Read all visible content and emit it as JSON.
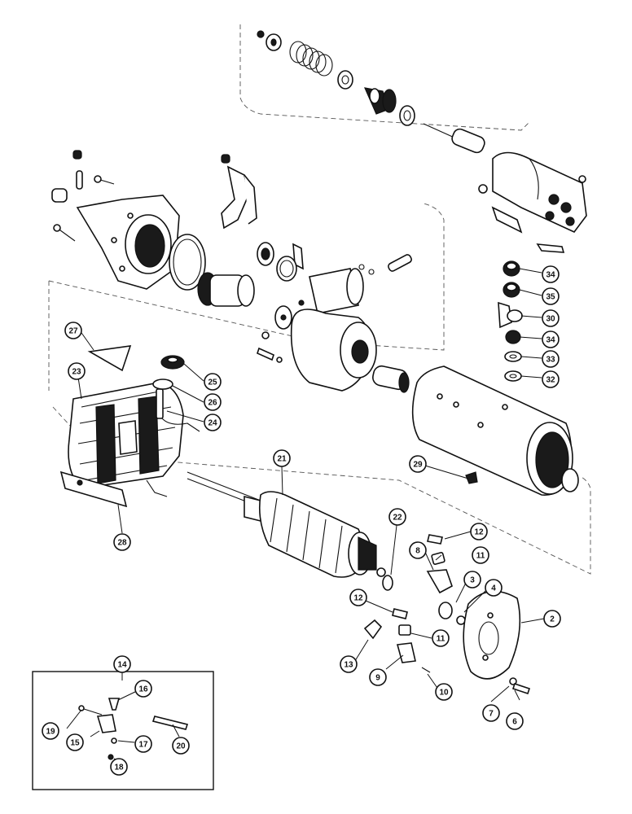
{
  "callouts": [
    {
      "id": "c2",
      "label": "2"
    },
    {
      "id": "c3",
      "label": "3"
    },
    {
      "id": "c4",
      "label": "4"
    },
    {
      "id": "c6",
      "label": "6"
    },
    {
      "id": "c7",
      "label": "7"
    },
    {
      "id": "c8",
      "label": "8"
    },
    {
      "id": "c9",
      "label": "9"
    },
    {
      "id": "c10",
      "label": "10"
    },
    {
      "id": "c11a",
      "label": "11"
    },
    {
      "id": "c11b",
      "label": "11"
    },
    {
      "id": "c12a",
      "label": "12"
    },
    {
      "id": "c12b",
      "label": "12"
    },
    {
      "id": "c13",
      "label": "13"
    },
    {
      "id": "c14",
      "label": "14"
    },
    {
      "id": "c15",
      "label": "15"
    },
    {
      "id": "c16",
      "label": "16"
    },
    {
      "id": "c17",
      "label": "17"
    },
    {
      "id": "c18",
      "label": "18"
    },
    {
      "id": "c19",
      "label": "19"
    },
    {
      "id": "c20",
      "label": "20"
    },
    {
      "id": "c21",
      "label": "21"
    },
    {
      "id": "c22",
      "label": "22"
    },
    {
      "id": "c23",
      "label": "23"
    },
    {
      "id": "c24",
      "label": "24"
    },
    {
      "id": "c25",
      "label": "25"
    },
    {
      "id": "c26",
      "label": "26"
    },
    {
      "id": "c27",
      "label": "27"
    },
    {
      "id": "c28",
      "label": "28"
    },
    {
      "id": "c29",
      "label": "29"
    },
    {
      "id": "c30",
      "label": "30"
    },
    {
      "id": "c32",
      "label": "32"
    },
    {
      "id": "c33",
      "label": "33"
    },
    {
      "id": "c34a",
      "label": "34"
    },
    {
      "id": "c34b",
      "label": "34"
    },
    {
      "id": "c35",
      "label": "35"
    }
  ]
}
